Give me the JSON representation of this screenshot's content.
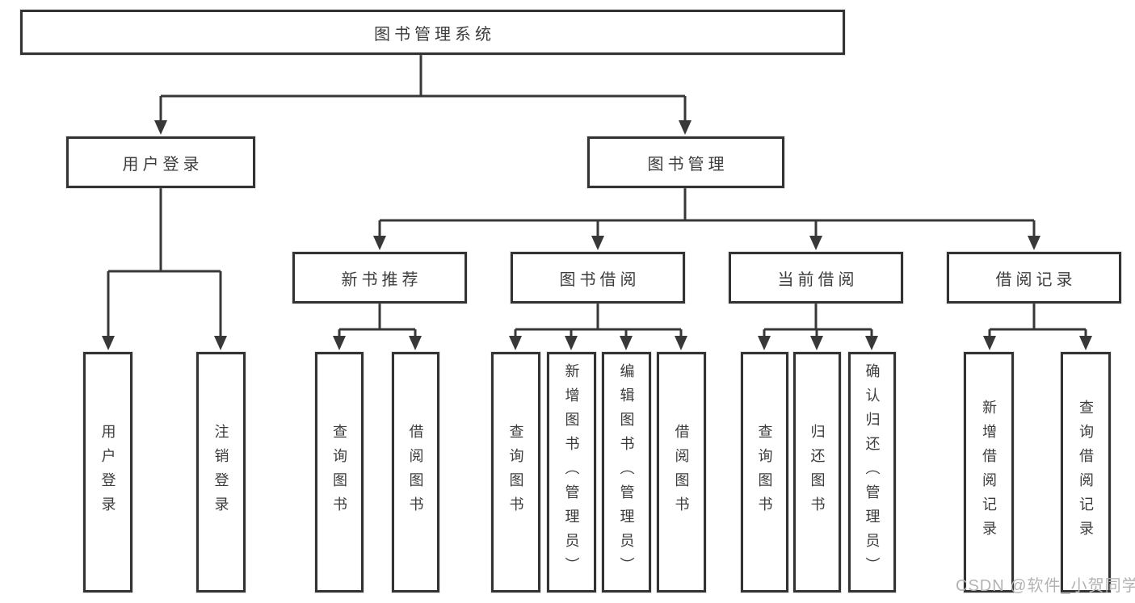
{
  "diagram": {
    "title": "图书管理系统",
    "user_login": {
      "label": "用户登录",
      "children": {
        "login": "用户登录",
        "logout": "注销登录"
      }
    },
    "book_management": {
      "label": "图书管理",
      "sections": {
        "new_books": {
          "label": "新书推荐",
          "children": {
            "query_books": "查询图书",
            "borrow_books": "借阅图书"
          }
        },
        "book_borrowing": {
          "label": "图书借阅",
          "children": {
            "query_books": "查询图书",
            "add_books": "新增图书（管理员）",
            "edit_books": "编辑图书（管理员）",
            "borrow_books": "借阅图书"
          }
        },
        "current_borrowing": {
          "label": "当前借阅",
          "children": {
            "query_books": "查询图书",
            "return_books": "归还图书",
            "confirm_return": "确认归还（管理员）"
          }
        },
        "borrow_records": {
          "label": "借阅记录",
          "children": {
            "add_record": "新增借阅记录",
            "query_record": "查询借阅记录"
          }
        }
      }
    }
  },
  "watermark": "CSDN @软件_小贺同学",
  "colors": {
    "line": "#383838",
    "box_border": "#333333",
    "text": "#3c3c3c",
    "watermark": "#b3b3b3",
    "background": "#ffffff"
  }
}
